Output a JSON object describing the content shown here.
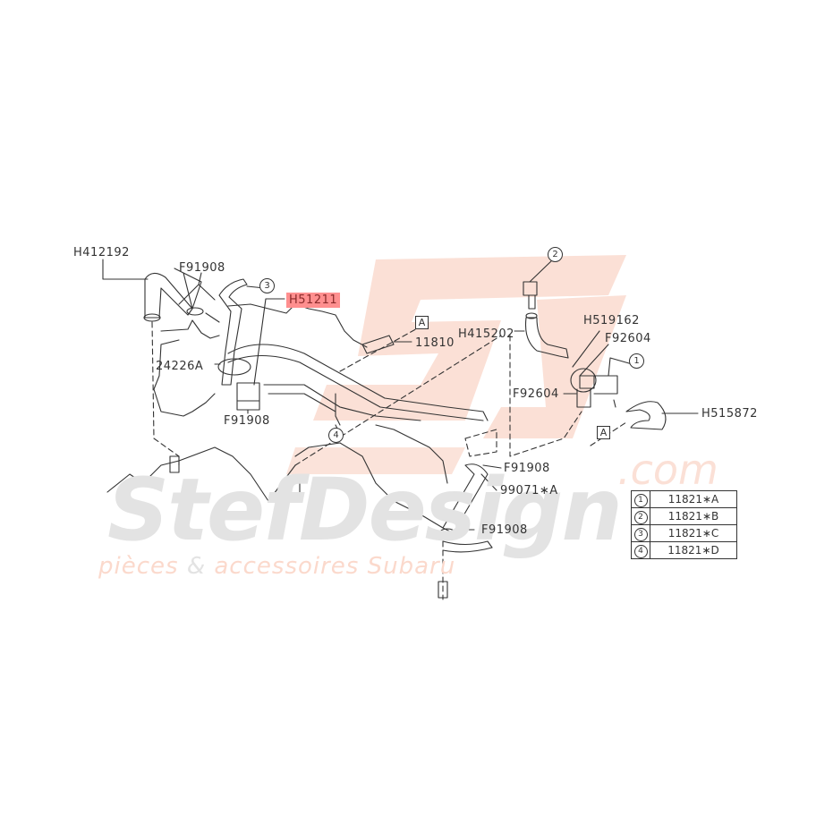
{
  "diagram": {
    "colors": {
      "line": "#333333",
      "highlight_bg": "#ff8f8f",
      "highlight_text": "#8a2a2a",
      "watermark_logo": "#fbe0d6",
      "watermark_text_gray": "#e3e3e3",
      "watermark_text_orange": "#fbd9cc"
    },
    "watermark": {
      "brand": "StefDesign",
      "tld": ".com",
      "tagline_part1": "pièces",
      "tagline_amp": "&",
      "tagline_part2": "accessoires Subaru"
    },
    "callouts": {
      "h412192": "H412192",
      "f91908_top": "F91908",
      "h51211": "H51211",
      "ref_24226a": "24226A",
      "f91908_left_bottom": "F91908",
      "ref_11810": "11810",
      "h415202": "H415202",
      "h519162": "H519162",
      "f92604_upper": "F92604",
      "f92604_lower": "F92604",
      "h515872": "H515872",
      "f91908_mid": "F91908",
      "ref_99071a": "99071∗A",
      "f91908_low": "F91908"
    },
    "markers": {
      "box_a_1": "A",
      "box_a_2": "A",
      "circle_1": "1",
      "circle_2": "2",
      "circle_3": "3",
      "circle_4": "4"
    },
    "legend": {
      "rows": [
        {
          "key": "1",
          "code": "11821∗A"
        },
        {
          "key": "2",
          "code": "11821∗B"
        },
        {
          "key": "3",
          "code": "11821∗C"
        },
        {
          "key": "4",
          "code": "11821∗D"
        }
      ]
    }
  }
}
